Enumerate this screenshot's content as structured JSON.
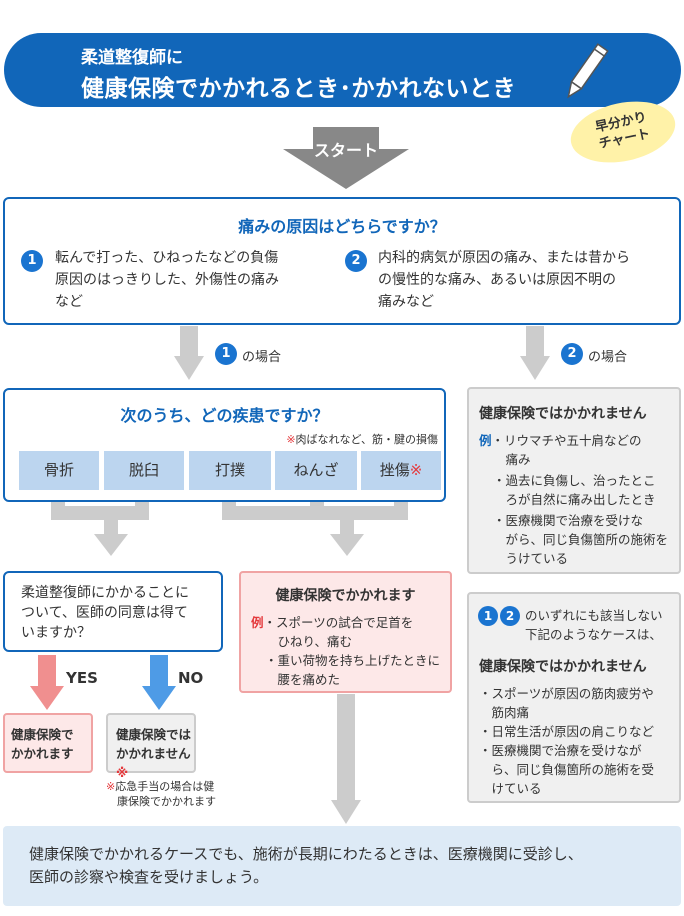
{
  "banner": {
    "line1": "柔道整復師に",
    "line2": "健康保険でかかれるとき･かかれないとき",
    "badge_line1": "早分かり",
    "badge_line2": "チャート"
  },
  "start": "スタート",
  "q1": {
    "title": "痛みの原因はどちらですか？",
    "opt1": {
      "num": "1",
      "lines": [
        "転んで打った、ひねったなどの負傷",
        "原因のはっきりした、外傷性の痛み",
        "など"
      ]
    },
    "opt2": {
      "num": "2",
      "lines": [
        "内科的病気が原因の痛み、または昔から",
        "の慢性的な痛み、あるいは原因不明の",
        "痛みなど"
      ]
    }
  },
  "case1": {
    "num": "1",
    "label": "の場合"
  },
  "case2": {
    "num": "2",
    "label": "の場合"
  },
  "q2": {
    "title": "次のうち、どの疾患ですか？",
    "note": "※肉ばなれなど、筋・腱の損傷",
    "chips": [
      "骨折",
      "脱臼",
      "打撲",
      "ねんざ",
      "挫傷"
    ],
    "chip_mark": "※"
  },
  "notcovered1": {
    "title": "健康保険ではかかれません",
    "ex": "例",
    "items": [
      [
        "・リウマチや五十肩などの",
        "　痛み"
      ],
      [
        "・過去に負傷し、治ったとこ",
        "　ろが自然に痛み出したとき"
      ],
      [
        "・医療機関で治療を受けな",
        "　がら、同じ負傷箇所の施術を",
        "　うけている"
      ]
    ]
  },
  "notcovered2": {
    "num1": "1",
    "num2": "2",
    "lead1": "のいずれにも該当しない",
    "lead2": "下記のようなケースは、",
    "title": "健康保険ではかかれません",
    "items": [
      [
        "・スポーツが原因の筋肉疲労や",
        "　筋肉痛"
      ],
      [
        "・日常生活が原因の肩こりなど"
      ],
      [
        "・医療機関で治療を受けなが",
        "　ら、同じ負傷箇所の施術を受",
        "　けている"
      ]
    ]
  },
  "q3": {
    "lines": [
      "柔道整復師にかかることに",
      "ついて、医師の同意は得て",
      "いますか？"
    ]
  },
  "covered": {
    "title": "健康保険でかかれます",
    "ex": "例",
    "items": [
      [
        "・スポーツの試合で足首を",
        "　ひねり、痛む"
      ],
      [
        "・重い荷物を持ち上げたときに",
        "　腰を痛めた"
      ]
    ]
  },
  "yes": {
    "label": "YES",
    "box1": "健康保険で",
    "box2": "かかれます"
  },
  "no": {
    "label": "NO",
    "box1": "健康保険では",
    "box2": "かかれません",
    "mark": "※",
    "note1": "※応急手当の場合は健",
    "note2": "　康保険でかかれます"
  },
  "bottom": {
    "line1": "健康保険でかかれるケースでも、施術が長期にわたるときは、医療機関に受診し、",
    "line2": "医師の診察や検査を受けましょう。"
  },
  "colors": {
    "brand": "#1166b9",
    "yes": "#f08f8f",
    "no": "#4e9be6",
    "connector": "#cccccc"
  }
}
